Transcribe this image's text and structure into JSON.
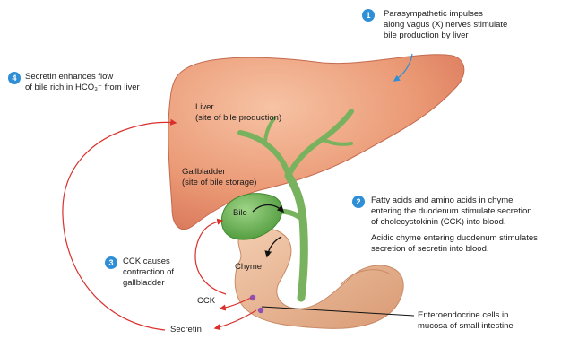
{
  "steps": [
    {
      "number": "1",
      "lines": [
        "Parasympathetic impulses",
        "along vagus (X) nerves stimulate",
        "bile production by liver"
      ]
    },
    {
      "number": "2",
      "lines": [
        "Fatty acids and amino acids in chyme",
        "entering the duodenum stimulate secretion",
        "of cholecystokinin (CCK) into blood."
      ],
      "extra_lines": [
        "Acidic chyme entering duodenum stimulates",
        "secretion of secretin into blood."
      ]
    },
    {
      "number": "3",
      "lines": [
        "CCK causes",
        "contraction of",
        "gallbladder"
      ]
    },
    {
      "number": "4",
      "lines": [
        "Secretin enhances flow",
        "of bile rich in HCO₃⁻ from liver"
      ]
    }
  ],
  "labels": {
    "liver": [
      "Liver",
      "(site of bile production)"
    ],
    "gallbladder": [
      "Gallbladder",
      "(site of bile storage)"
    ],
    "bile": "Bile",
    "chyme": "Chyme",
    "cck": "CCK",
    "secretin": "Secretin",
    "enteroendocrine": [
      "Enteroendocrine cells in",
      "mucosa of small intestine"
    ]
  },
  "colors": {
    "liver": "#e8906a",
    "gallbladder": "#5fae4a",
    "bile_duct": "#78b25e",
    "duodenum": "#e9b48f",
    "hormone_arrows": "#d9302c",
    "callout_arrows": "#2f8fd6",
    "step_badge": "#2f8fd6"
  }
}
